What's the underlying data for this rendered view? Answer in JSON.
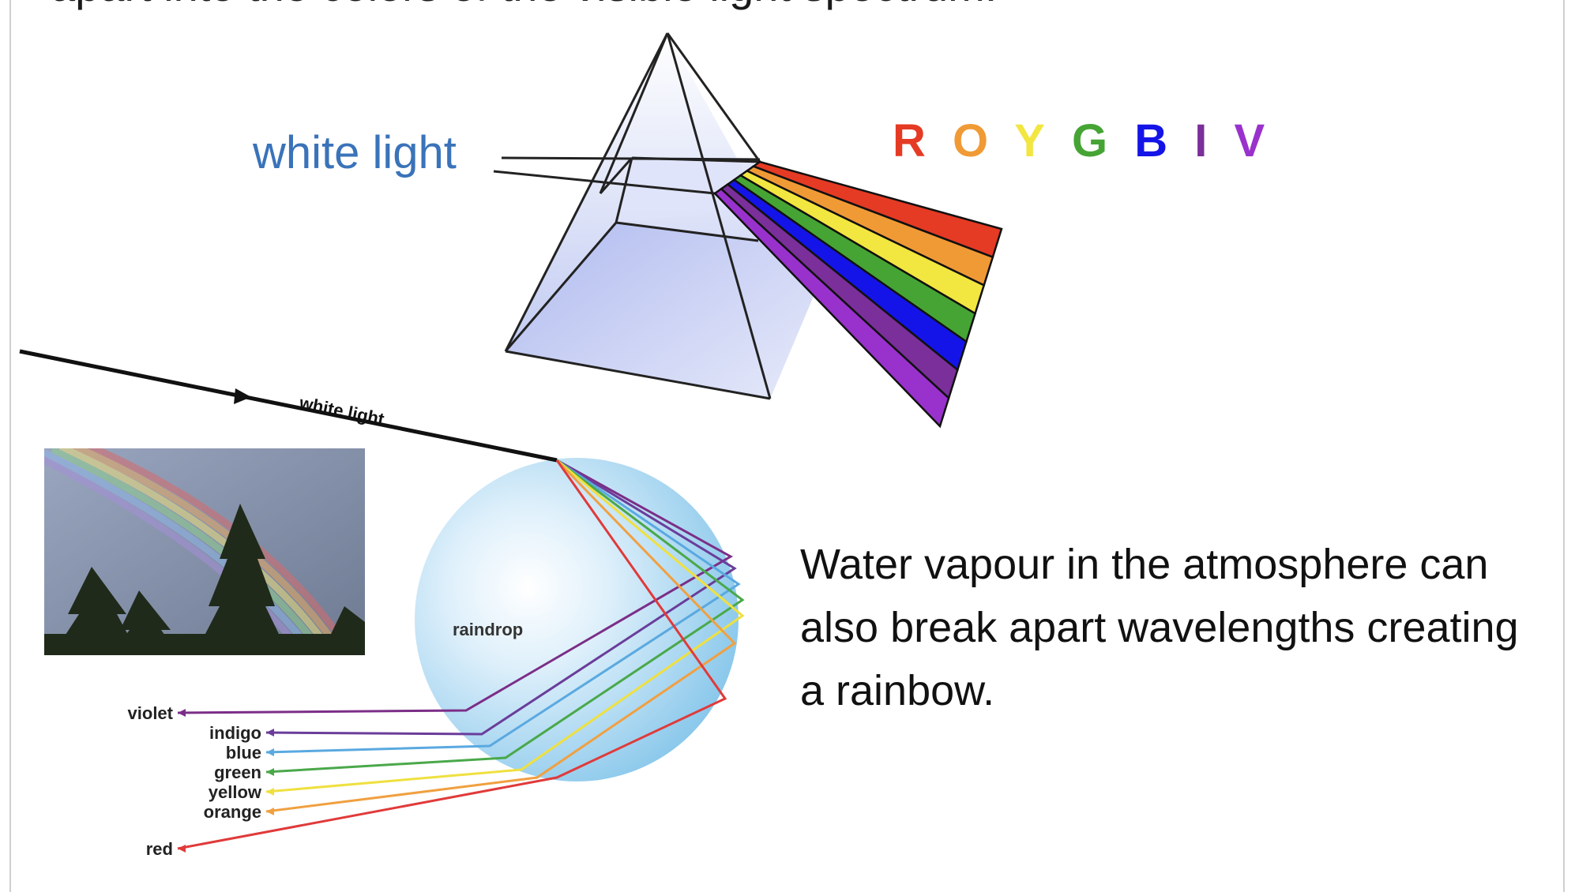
{
  "slide": {
    "top_text_partial": "apart into the colors of the visible light spectrum.",
    "caption": "Water vapour in the atmosphere can also break apart wavelengths creating a rainbow."
  },
  "prism": {
    "incoming_label": "white light",
    "mnemonic_letters": [
      {
        "letter": "R",
        "color": "#e53a24"
      },
      {
        "letter": "O",
        "color": "#f09a36"
      },
      {
        "letter": "Y",
        "color": "#f2e640"
      },
      {
        "letter": "G",
        "color": "#46a435"
      },
      {
        "letter": "B",
        "color": "#1414e8"
      },
      {
        "letter": "I",
        "color": "#7a2f9a"
      },
      {
        "letter": "V",
        "color": "#9932cc"
      }
    ]
  },
  "raindrop_diagram": {
    "ray_label": "white light",
    "drop_label": "raindrop",
    "outputs": [
      {
        "label": "violet",
        "color": "#7b2e87"
      },
      {
        "label": "indigo",
        "color": "#6a3d9a"
      },
      {
        "label": "blue",
        "color": "#5aa9e0"
      },
      {
        "label": "green",
        "color": "#4aa84a"
      },
      {
        "label": "yellow",
        "color": "#efe040"
      },
      {
        "label": "orange",
        "color": "#f0a040"
      },
      {
        "label": "red",
        "color": "#e03a3a"
      }
    ]
  },
  "photo": {
    "subject": "rainbow-over-trees-photo"
  }
}
